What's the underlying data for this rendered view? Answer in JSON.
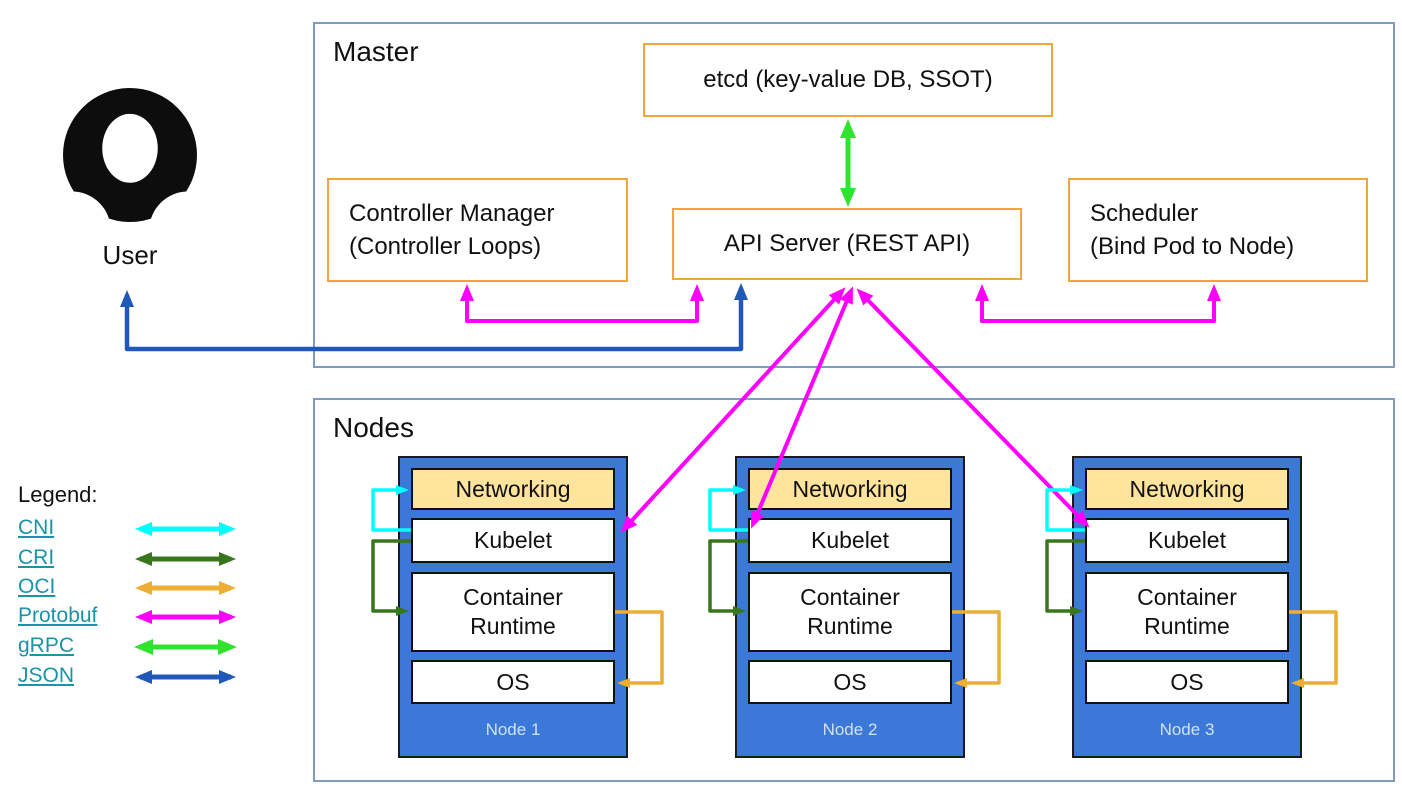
{
  "colors": {
    "cni": "#00ffff",
    "cri": "#38761d",
    "oci": "#ecae33",
    "protobuf": "#ff00ff",
    "grpc": "#2fe32f",
    "json": "#2058b8",
    "orange_border": "#f2a53c",
    "section_border": "#7e9cc0",
    "node_blue": "#3c78d8",
    "networking_fill": "#ffe49e",
    "link_teal": "#1a94a6",
    "node_label": "#cfe2f3"
  },
  "user": {
    "label": "User"
  },
  "master": {
    "title": "Master",
    "etcd_label": "etcd (key-value DB, SSOT)",
    "controller_manager_line1": "Controller Manager",
    "controller_manager_line2": "(Controller Loops)",
    "api_server_label": "API Server (REST API)",
    "scheduler_line1": "Scheduler",
    "scheduler_line2": "(Bind Pod to Node)"
  },
  "nodes": {
    "title": "Nodes",
    "list": [
      {
        "name": "Node 1",
        "networking": "Networking",
        "kubelet": "Kubelet",
        "runtime": "Container Runtime",
        "os": "OS"
      },
      {
        "name": "Node 2",
        "networking": "Networking",
        "kubelet": "Kubelet",
        "runtime": "Container Runtime",
        "os": "OS"
      },
      {
        "name": "Node 3",
        "networking": "Networking",
        "kubelet": "Kubelet",
        "runtime": "Container Runtime",
        "os": "OS"
      }
    ]
  },
  "legend": {
    "title": "Legend:",
    "items": [
      {
        "label": "CNI"
      },
      {
        "label": "CRI"
      },
      {
        "label": "OCI"
      },
      {
        "label": "Protobuf"
      },
      {
        "label": "gRPC"
      },
      {
        "label": "JSON"
      }
    ]
  }
}
